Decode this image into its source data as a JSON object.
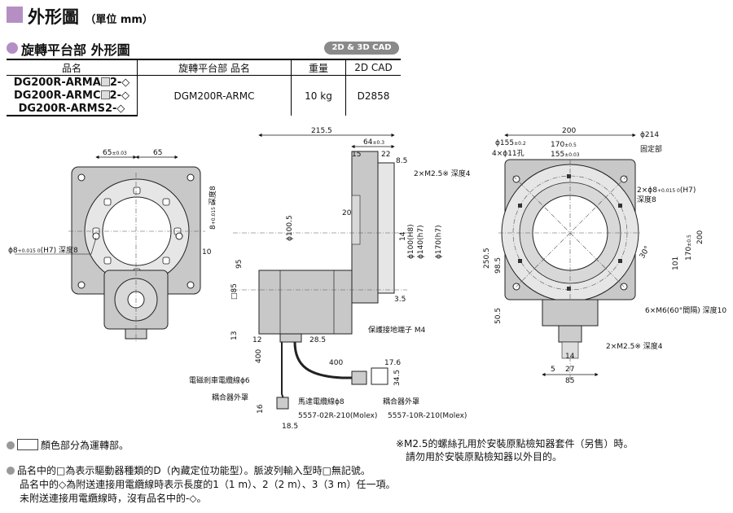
{
  "header": {
    "title": "外形圖",
    "unit": "（單位 mm）",
    "section": "旋轉平台部 外形圖",
    "cad_badge": "2D & 3D CAD"
  },
  "table": {
    "headers": [
      "品名",
      "旋轉平台部 品名",
      "重量",
      "2D CAD"
    ],
    "part_numbers": [
      "DG200R-ARMA",
      "DG200R-ARMC",
      "DG200R-ARMS2-◇"
    ],
    "part_suffix": "2-◇",
    "table_model": "DGM200R-ARMC",
    "weight": "10 kg",
    "cad": "D2858"
  },
  "front_view": {
    "d1": "65",
    "d1_tol": "±0.03",
    "d2": "65",
    "hole": "ϕ8",
    "hole_tol": "+0.015 0",
    "hole_fit": "(H7) 深度8",
    "side_depth": "深度8",
    "side_hole": "8",
    "side_tol": "+0.015 0",
    "side_10": "10"
  },
  "side_view": {
    "overall": "215.5",
    "w64": "64",
    "w64_tol": "±0.3",
    "w15": "15",
    "w22": "22",
    "w8_5": "8.5",
    "m25": "2×M2.5※ 深度4",
    "d100_5": "ϕ100.5",
    "d20": "20",
    "d14": "14",
    "d100": "ϕ100",
    "d100_fit": "(H8)",
    "d140": "ϕ140",
    "d140_fit": "(h7)",
    "d170": "ϕ170",
    "d170_fit": "(h7)",
    "h95": "95",
    "sq85": "□85",
    "h13": "13",
    "w12": "12",
    "w28_5": "28.5",
    "w3_5": "3.5",
    "ground": "保護接地端子 M4",
    "l400a": "400",
    "l400b": "400",
    "w17_6": "17.6",
    "h34_5": "34.5",
    "brake_cable": "電磁剎車電纜線ϕ6",
    "cover1": "耦合器外罩",
    "motor_cable": "馬達電纜線ϕ8",
    "cover2": "耦合器外罩",
    "conn1": "5557-02R-210(Molex)",
    "conn2": "5557-10R-210(Molex)",
    "w16": "16",
    "w18_5": "18.5"
  },
  "top_view": {
    "w200": "200",
    "w170": "170",
    "w170_tol": "±0.5",
    "w155": "155",
    "w155_tol": "±0.03",
    "d155": "ϕ155",
    "d155_tol": "±0.2",
    "holes11": "4×ϕ11孔",
    "d214": "ϕ214",
    "fix": "固定部",
    "hole8": "2×ϕ8",
    "hole8_tol": "+0.015 0",
    "hole8_fit": "(H7)",
    "depth8": "深度8",
    "h250_5": "250.5",
    "h98_5": "98.5",
    "h50_5": "50.5",
    "h101": "101",
    "h170": "170",
    "h170_tol": "±0.5",
    "h200": "200",
    "ang30": "30°",
    "m6": "6×M6(60°間隔) 深度10",
    "m25": "2×M2.5※ 深度4",
    "w14": "14",
    "w27": "27",
    "w5": "5",
    "w85": "85"
  },
  "notes": {
    "color_note": "顏色部分為運轉部。",
    "m25_note": "※M2.5的螺絲孔用於安裝原點檢知器套件（另售）時。",
    "m25_note2": "請勿用於安裝原點檢知器以外目的。",
    "name_note1": "品名中的□為表示驅動器種類的D（內藏定位功能型）。脈波列輸入型時□無記號。",
    "name_note2": "品名中的◇為附送連接用電纜線時表示長度的1（1 m）、2（2 m）、3（3 m）任一項。",
    "name_note3": "未附送連接用電纜線時，沒有品名中的-◇。"
  },
  "colors": {
    "accent": "#b58fc4",
    "part_fill": "#c9c9c9",
    "moving_fill": "#e6e6e6"
  }
}
